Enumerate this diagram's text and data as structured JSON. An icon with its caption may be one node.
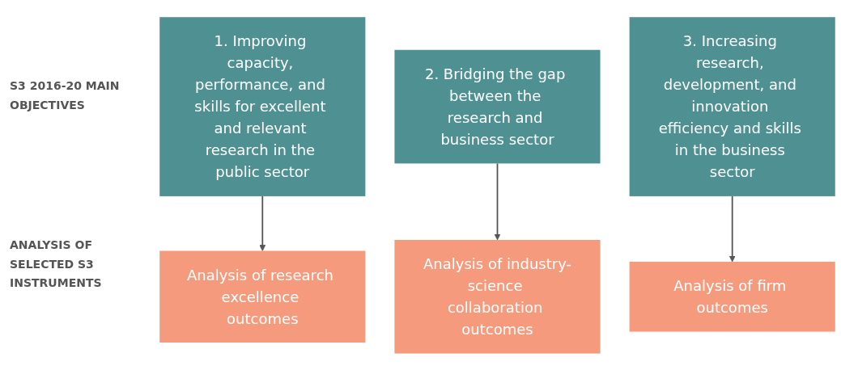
{
  "diagram": {
    "nodes": [
      {
        "text": [
          "1. Improving capacity, performance, and skills for excellent and relevant research in the public sector"
        ]
      },
      {
        "text": [
          "2. Bridging the gap between the research and business sector"
        ]
      },
      {
        "text": [
          "3. Increasing research, development, and innovation efficiency and skills in the business sector"
        ]
      },
      {
        "text": [
          "Analysis of research excellence outcomes"
        ]
      },
      {
        "text": [
          "Analysis of industry-science collaboration outcomes"
        ]
      },
      {
        "text": [
          "Analysis of firm outcomes"
        ]
      }
    ],
    "edges": [
      {
        "from": 0,
        "to": 3,
        "arrow": "to"
      },
      {
        "from": 1,
        "to": 4,
        "arrow": "to"
      },
      {
        "from": 2,
        "to": 5,
        "arrow": "to"
      }
    ],
    "labels": [
      "S3 2016-20 MAIN OBJECTIVES",
      "ANALYSIS OF SELECTED S3 INSTRUMENTS"
    ]
  }
}
